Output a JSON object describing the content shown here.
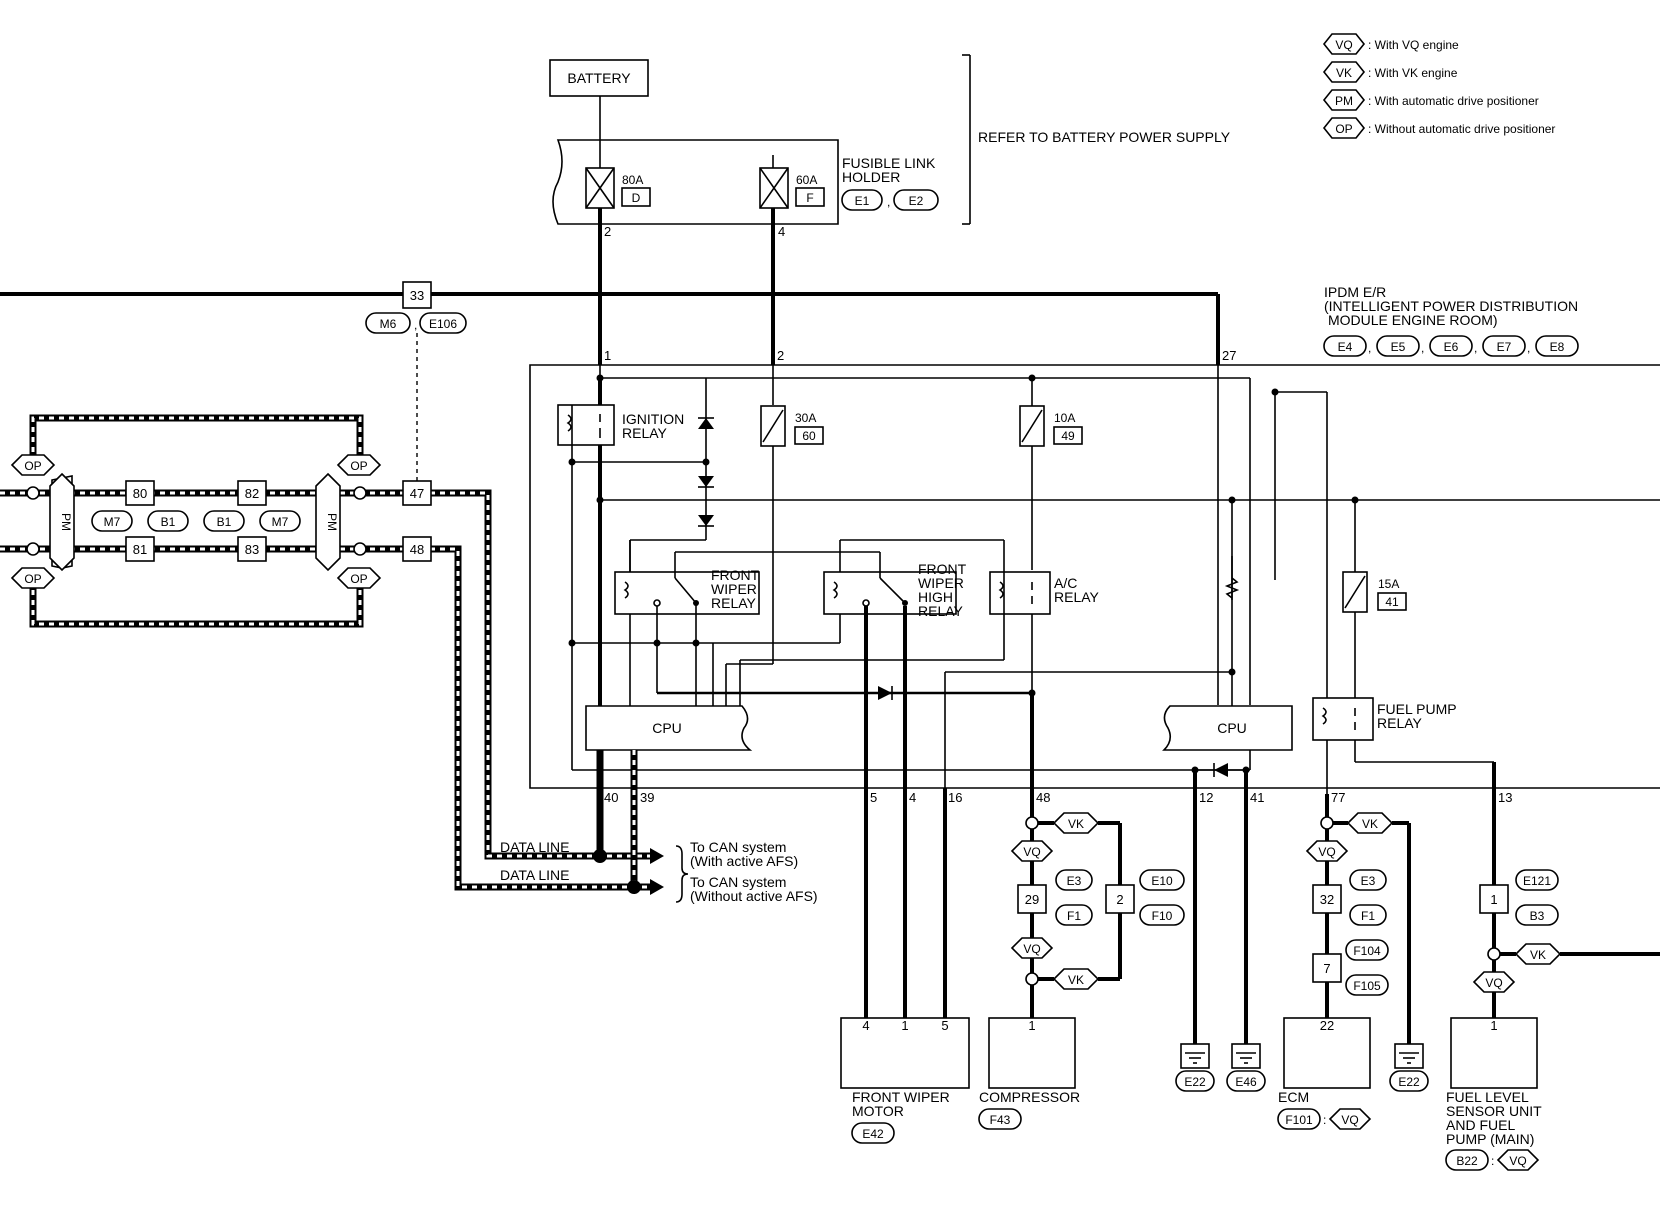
{
  "legend": [
    {
      "code": "VQ",
      "text": ": With VQ engine"
    },
    {
      "code": "VK",
      "text": ": With VK engine"
    },
    {
      "code": "PM",
      "text": ": With automatic drive positioner"
    },
    {
      "code": "OP",
      "text": ": Without automatic drive positioner"
    }
  ],
  "battery": "BATTERY",
  "fusible_link": {
    "title_1": "FUSIBLE LINK",
    "title_2": "HOLDER",
    "fuse_a": "80A",
    "fuse_a_id": "D",
    "fuse_b": "60A",
    "fuse_b_id": "F",
    "conn_1": "E1",
    "conn_2": "E2",
    "pin_a": "2",
    "pin_b": "4"
  },
  "refer_note": "REFER TO BATTERY POWER SUPPLY",
  "ipdm": {
    "line_1": "IPDM E/R",
    "line_2": "(INTELLIGENT POWER DISTRIBUTION",
    "line_3": "MODULE ENGINE ROOM)",
    "connectors": [
      "E4",
      "E5",
      "E6",
      "E7",
      "E8"
    ],
    "pin_in_1": "1",
    "pin_in_2": "2",
    "pin_in_27": "27"
  },
  "joint": {
    "num": "33",
    "conn_a": "M6",
    "conn_b": "E106",
    "pin_47": "47",
    "pin_48": "48"
  },
  "relays": {
    "ignition": [
      "IGNITION",
      "RELAY"
    ],
    "front_wiper": [
      "FRONT",
      "WIPER",
      "RELAY"
    ],
    "front_wiper_high": [
      "FRONT",
      "WIPER",
      "HIGH",
      "RELAY"
    ],
    "ac": [
      "A/C",
      "RELAY"
    ],
    "fuel_pump": [
      "FUEL PUMP",
      "RELAY"
    ]
  },
  "fuses": [
    {
      "amp": "30A",
      "id": "60"
    },
    {
      "amp": "10A",
      "id": "49"
    },
    {
      "amp": "15A",
      "id": "41"
    }
  ],
  "cpu": "CPU",
  "left_harness": {
    "pins": [
      "80",
      "81",
      "82",
      "83"
    ],
    "conns": [
      "M7",
      "B1",
      "B1",
      "M7"
    ],
    "op": "OP",
    "pm": "PM"
  },
  "data_line": {
    "label": "DATA LINE",
    "to_1a": "To CAN system",
    "to_1b": "(With active AFS)",
    "to_2a": "To CAN system",
    "to_2b": "(Without active AFS)"
  },
  "ipdm_pins_bottom": [
    "40",
    "39",
    "5",
    "4",
    "16",
    "48",
    "12",
    "41",
    "77",
    "13"
  ],
  "chain": {
    "vk": "VK",
    "vq": "VQ",
    "j29": "29",
    "j2": "2",
    "j32": "32",
    "j7": "7",
    "j1": "1",
    "e3": "E3",
    "f1": "F1",
    "e10": "E10",
    "f10": "F10",
    "f104": "F104",
    "f105": "F105",
    "e121": "E121",
    "b3": "B3"
  },
  "components": {
    "wiper_motor": {
      "name_1": "FRONT WIPER",
      "name_2": "MOTOR",
      "conn": "E42",
      "pins": [
        "4",
        "1",
        "5"
      ]
    },
    "compressor": {
      "name": "COMPRESSOR",
      "conn": "F43",
      "pin": "1"
    },
    "grounds": [
      "E22",
      "E46",
      "E22"
    ],
    "ecm": {
      "name": "ECM",
      "conn": "F101",
      "code": "VQ",
      "pin": "22"
    },
    "fuel_level": {
      "name_1": "FUEL LEVEL",
      "name_2": "SENSOR UNIT",
      "name_3": "AND FUEL",
      "name_4": "PUMP (MAIN)",
      "conn": "B22",
      "code": "VQ",
      "pin": "1"
    }
  }
}
